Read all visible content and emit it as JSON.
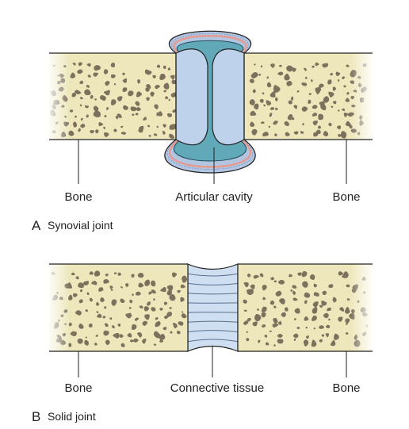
{
  "colors": {
    "bone_fill": "#ede7bb",
    "bone_edge": "#c9c08c",
    "marrow": "#7d705d",
    "cartilage": "#bfd2ec",
    "cavity": "#61a9b9",
    "capsule": "#b2c6e2",
    "synovial_membrane": "#e59a92",
    "tissue_band": "#cfdff1",
    "outline": "#222222"
  },
  "panel_a": {
    "letter": "A",
    "caption": "Synovial joint",
    "labels": {
      "bone_left": "Bone",
      "cavity": "Articular cavity",
      "bone_right": "Bone"
    }
  },
  "panel_b": {
    "letter": "B",
    "caption": "Solid joint",
    "labels": {
      "bone_left": "Bone",
      "tissue": "Connective tissue",
      "bone_right": "Bone"
    }
  }
}
